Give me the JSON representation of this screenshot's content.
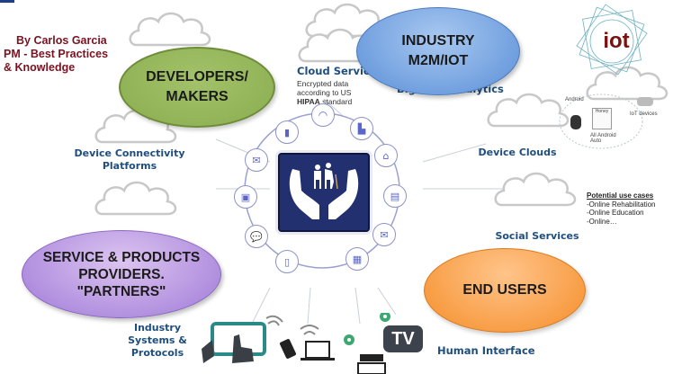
{
  "author": {
    "line1": "By Carlos Garcia",
    "line2": "PM - Best Practices",
    "line3": "& Knowledge"
  },
  "stakeholders": {
    "developers": {
      "line1": "DEVELOPERS/",
      "line2": "MAKERS",
      "color": "#8aad4f"
    },
    "industry": {
      "line1": "INDUSTRY",
      "line2": "M2M/IOT",
      "color": "#5a8fd8"
    },
    "service_providers": {
      "line1": "SERVICE & PRODUCTS",
      "line2": "PROVIDERS.",
      "line3": "\"PARTNERS\"",
      "color": "#a07ad8"
    },
    "end_users": {
      "line1": "END USERS",
      "color": "#f58e2a"
    }
  },
  "clouds": {
    "cloud_services": "Cloud Services",
    "cloud_note": {
      "line1": "Encrypted data",
      "line2": "according to US",
      "line3_bold": "HIPAA",
      "line3_rest": " standard"
    },
    "big_data": "Big Data Analytics",
    "device_connectivity": {
      "line1": "Device  Connectivity",
      "line2": "Platforms"
    },
    "device_clouds": "Device  Clouds",
    "social_services": "Social  Services",
    "industry_systems": {
      "line1": "Industry",
      "line2": "Systems  &",
      "line3": "Protocols"
    },
    "human_interface": "Human  Interface"
  },
  "use_cases": {
    "title": "Potential use cases",
    "items": [
      "-Online Rehabilitation",
      "-Online Education",
      "-Online…"
    ]
  },
  "iot_logo": "iot",
  "device_cluster": {
    "labels": [
      "Android",
      "Honey",
      "IoT devices",
      "All Android Auto"
    ]
  },
  "ring_icons": [
    "headset",
    "building",
    "bank",
    "cash-register",
    "mail",
    "calculator",
    "mobile-phone",
    "chat-bubbles",
    "monitor-cursor",
    "envelope",
    "cell-phone"
  ],
  "bottom_devices": [
    "tablet",
    "smartphone",
    "laptop",
    "smart-device",
    "tv"
  ],
  "tv_label": "TV",
  "colors": {
    "label_blue": "#1e4e7e",
    "author_red": "#7a1220",
    "center_navy": "#23306f",
    "ring_stroke": "#8b93c9"
  }
}
